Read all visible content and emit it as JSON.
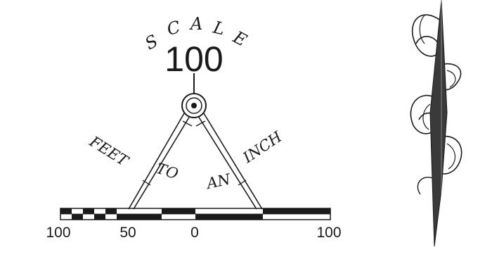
{
  "scale_bar": {
    "heading": "SCALE",
    "value": "100",
    "phrase": {
      "left": "FEET",
      "to": "TO",
      "an": "AN",
      "right": "INCH"
    },
    "ticks": [
      "100",
      "50",
      "0",
      "100"
    ]
  },
  "north_arrow": {
    "icon": "north-arrow-icon"
  },
  "colors": {
    "ink": "#1a1a1a",
    "arrow_fill": "#3a3a3a",
    "background": "#ffffff"
  }
}
